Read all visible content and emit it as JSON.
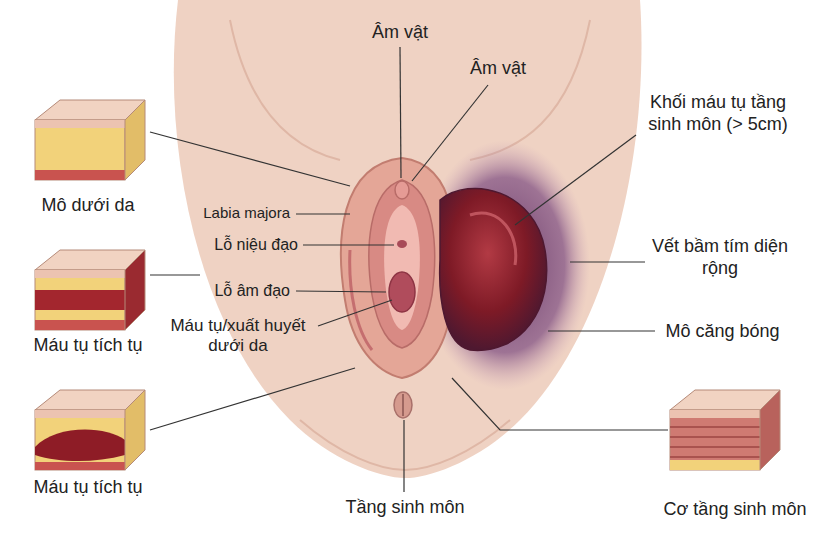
{
  "diagram": {
    "labels": [
      "Âm vật",
      "Âm vật",
      "Khối máu tụ tầng sinh môn (> 5cm)",
      "Mô dưới da",
      "Labia majora",
      "Lỗ niệu đạo",
      "Vết bầm tím diện rộng",
      "Lỗ âm đạo",
      "Máu tụ/xuất huyết dưới da",
      "Mô căng bóng",
      "Máu tụ tích tụ",
      "Máu tụ tích tụ",
      "Tầng sinh môn",
      "Cơ tầng sinh môn"
    ]
  }
}
